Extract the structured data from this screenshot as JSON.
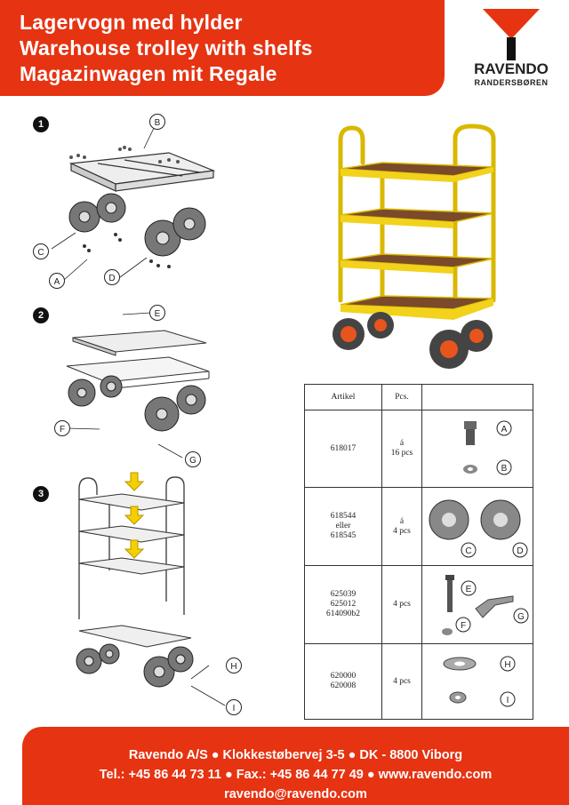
{
  "header": {
    "title_da": "Lagervogn med hylder",
    "title_en": "Warehouse trolley with shelfs",
    "title_de": "Magazinwagen mit Regale"
  },
  "logo": {
    "name": "RAVENDO",
    "sub": "RANDERSBØREN"
  },
  "steps": [
    "1",
    "2",
    "3"
  ],
  "callouts": {
    "A": "A",
    "B": "B",
    "C": "C",
    "D": "D",
    "E": "E",
    "F": "F",
    "G": "G",
    "H": "H",
    "I": "I"
  },
  "table": {
    "headers": [
      "Artikel",
      "Pcs."
    ],
    "rows": [
      {
        "article": [
          "618017"
        ],
        "pcs": [
          "á",
          "16 pcs"
        ],
        "parts": [
          "A",
          "B"
        ]
      },
      {
        "article": [
          "618544",
          "eller",
          "618545"
        ],
        "pcs": [
          "á",
          "4 pcs"
        ],
        "parts": [
          "C",
          "D"
        ]
      },
      {
        "article": [
          "625039",
          "625012",
          "614090b2"
        ],
        "pcs": [
          "4 pcs"
        ],
        "parts": [
          "E",
          "F",
          "G"
        ]
      },
      {
        "article": [
          "620000",
          "620008"
        ],
        "pcs": [
          "4 pcs"
        ],
        "parts": [
          "H",
          "I"
        ]
      }
    ]
  },
  "footer": {
    "line1": "Ravendo A/S ● Klokkestøbervej 3-5 ● DK - 8800 Viborg",
    "line2": "Tel.: +45 86 44 73 11 ● Fax.: +45 86 44 77 49 ● www.ravendo.com",
    "line3": "ravendo@ravendo.com"
  },
  "colors": {
    "brand_red": "#e63312",
    "trolley_yellow": "#f2d21b",
    "shelf_brown": "#7a4a2a",
    "arrow_yellow": "#f5d000"
  }
}
